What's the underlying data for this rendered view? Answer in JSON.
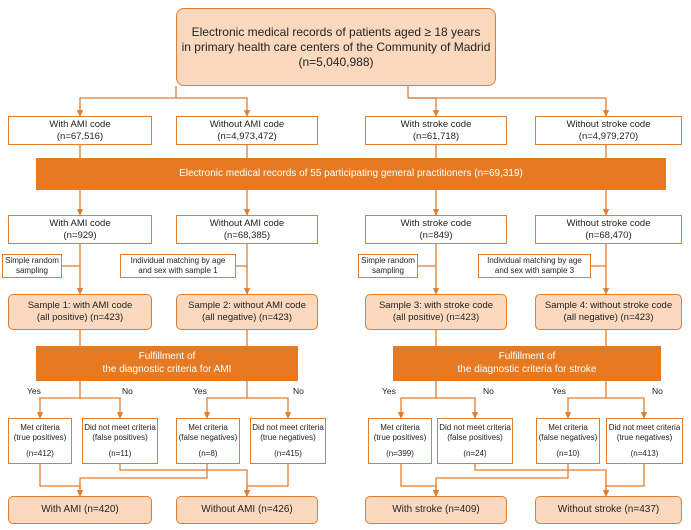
{
  "top": {
    "line1": "Electronic medical records of patients aged ≥ 18 years",
    "line2": "in primary health care centers of the Community of Madrid",
    "line3": "(n=5,040,988)"
  },
  "row1": [
    {
      "label": "With AMI code",
      "n": "(n=67,516)"
    },
    {
      "label": "Without AMI code",
      "n": "(n=4,973,472)"
    },
    {
      "label": "With stroke code",
      "n": "(n=61,718)"
    },
    {
      "label": "Without stroke code",
      "n": "(n=4,979,270)"
    }
  ],
  "banner": "Electronic medical records of 55 participating general practitioners (n=69,319)",
  "row2": [
    {
      "label": "With AMI code",
      "n": "(n=929)"
    },
    {
      "label": "Without AMI code",
      "n": "(n=68,385)"
    },
    {
      "label": "With stroke code",
      "n": "(n=849)"
    },
    {
      "label": "Without stroke code",
      "n": "(n=68,470)"
    }
  ],
  "side_notes": [
    {
      "line1": "Simple random",
      "line2": "sampling"
    },
    {
      "line1": "Individual matching by age",
      "line2": "and sex with sample 1"
    },
    {
      "line1": "Simple random",
      "line2": "sampling"
    },
    {
      "line1": "Individual matching by age",
      "line2": "and sex with sample  3"
    }
  ],
  "samples": [
    {
      "line1": "Sample 1: with AMI code",
      "line2": "(all positive) (n=423)"
    },
    {
      "line1": "Sample 2: without AMI code",
      "line2": "(all negative) (n=423)"
    },
    {
      "line1": "Sample 3: with stroke code",
      "line2": "(all positive) (n=423)"
    },
    {
      "line1": "Sample 4: without stroke code",
      "line2": "(all negative) (n=423)"
    }
  ],
  "criteria_banners": [
    {
      "line1": "Fulfillment of",
      "line2": "the diagnostic criteria for AMI"
    },
    {
      "line1": "Fulfillment of",
      "line2": "the diagnostic criteria for stroke"
    }
  ],
  "yes_label": "Yes",
  "no_label": "No",
  "outcomes": [
    {
      "line1": "Met criteria",
      "line2": "(true positives)",
      "n": "(n=412)"
    },
    {
      "line1": "Did not meet criteria",
      "line2": "(false positives)",
      "n": "(n=11)"
    },
    {
      "line1": "Met criteria",
      "line2": "(false negatives)",
      "n": "(n=8)"
    },
    {
      "line1": "Did not meet criteria",
      "line2": "(true negatives)",
      "n": "(n=415)"
    },
    {
      "line1": "Met criteria",
      "line2": "(true positives)",
      "n": "(n=399)"
    },
    {
      "line1": "Did not meet criteria",
      "line2": "(false positives)",
      "n": "(n=24)"
    },
    {
      "line1": "Met criteria",
      "line2": "(false negatives)",
      "n": "(n=10)"
    },
    {
      "line1": "Did not meet criteria",
      "line2": "(true negatives)",
      "n": "(n=413)"
    }
  ],
  "finals": [
    {
      "label": "With AMI (n=420)"
    },
    {
      "label": "Without AMI (n=426)"
    },
    {
      "label": "With stroke (n=409)"
    },
    {
      "label": "Without stroke (n=437)"
    }
  ],
  "colors": {
    "line": "#e07d2e",
    "orange": "#e57a22",
    "peach": "#fbd9bf"
  }
}
